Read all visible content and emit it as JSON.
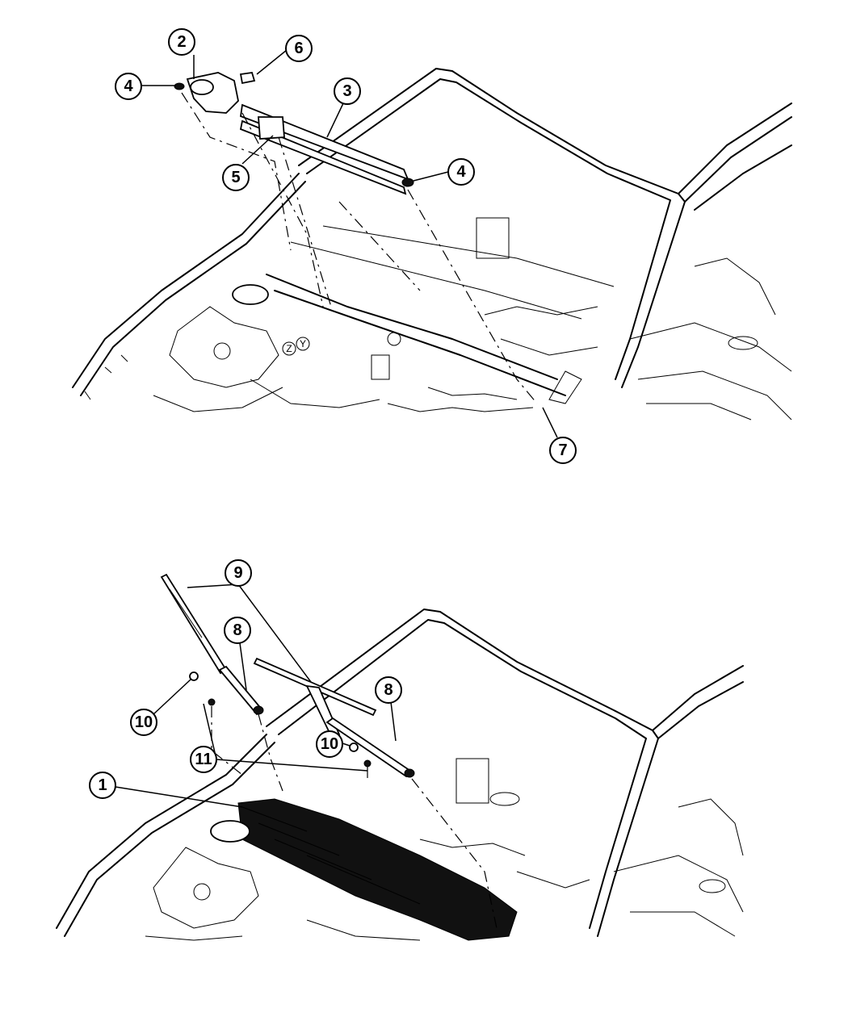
{
  "diagram": {
    "callouts": [
      {
        "id": "c2-top",
        "label": "2"
      },
      {
        "id": "c6-top",
        "label": "6"
      },
      {
        "id": "c4-top-left",
        "label": "4"
      },
      {
        "id": "c3-top",
        "label": "3"
      },
      {
        "id": "c4-top-right",
        "label": "4"
      },
      {
        "id": "c5-top",
        "label": "5"
      },
      {
        "id": "c7-top",
        "label": "7"
      },
      {
        "id": "c9-bottom",
        "label": "9"
      },
      {
        "id": "c8-bottom-left",
        "label": "8"
      },
      {
        "id": "c8-bottom-right",
        "label": "8"
      },
      {
        "id": "c10-bottom-left",
        "label": "10"
      },
      {
        "id": "c10-bottom-right",
        "label": "10"
      },
      {
        "id": "c11-bottom",
        "label": "11"
      },
      {
        "id": "c1-bottom",
        "label": "1"
      }
    ],
    "axis_labels": {
      "z": "Z",
      "y": "Y"
    }
  }
}
